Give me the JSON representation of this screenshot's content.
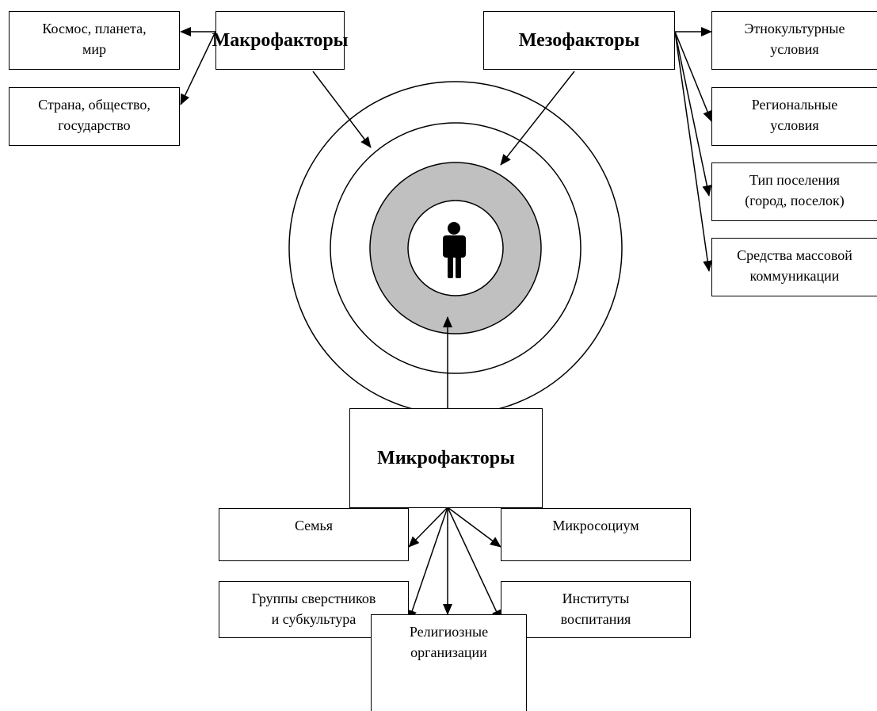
{
  "center": {
    "icon": "person-icon",
    "ring_fill": "#c0c0c0",
    "line_color": "#000000"
  },
  "macro": {
    "title": "Макрофакторы",
    "items": [
      "Космос, планета,\nмир",
      "Страна, общество,\nгосударство"
    ]
  },
  "meso": {
    "title": "Мезофакторы",
    "items": [
      "Этнокультурные\nусловия",
      "Региональные\nусловия",
      "Тип  поселения\n(город, поселок)",
      "Средства массовой\nкоммуникации"
    ]
  },
  "micro": {
    "title": "Микрофакторы",
    "items": [
      "Семья",
      "Микросоциум",
      "Группы сверстников\nи субкультура",
      "Институты\nвоспитания",
      "Религиозные\nорганизации"
    ]
  }
}
